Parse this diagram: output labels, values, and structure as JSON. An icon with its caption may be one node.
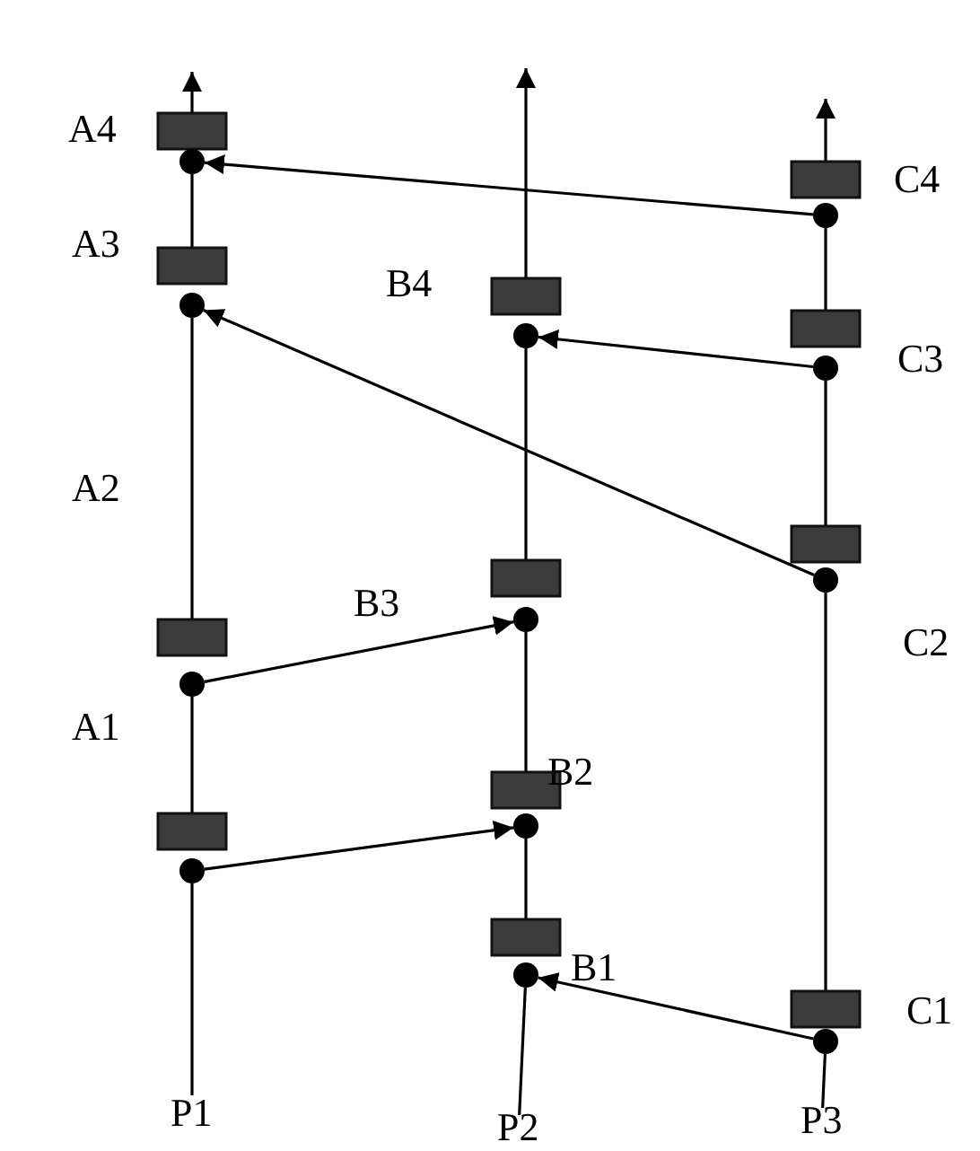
{
  "diagram": {
    "nodes": [
      {
        "text": [],
        "shape": "box"
      },
      {
        "text": [],
        "shape": "box"
      },
      {
        "text": [],
        "shape": "box"
      },
      {
        "text": [],
        "shape": "box"
      },
      {
        "text": [],
        "shape": "box"
      },
      {
        "text": [],
        "shape": "box"
      },
      {
        "text": [],
        "shape": "box"
      },
      {
        "text": [],
        "shape": "box"
      },
      {
        "text": [],
        "shape": "box"
      },
      {
        "text": [],
        "shape": "box"
      },
      {
        "text": [],
        "shape": "box"
      },
      {
        "text": [],
        "shape": "box"
      },
      {
        "text": [
          "P1"
        ]
      },
      {
        "text": [
          "P2"
        ]
      },
      {
        "text": [
          "P3"
        ]
      }
    ],
    "edges": [
      {
        "from": 12,
        "to": 3,
        "arrow": "none"
      },
      {
        "from": 3,
        "to": 2,
        "arrow": "none"
      },
      {
        "from": 2,
        "to": 1,
        "arrow": "none"
      },
      {
        "from": 1,
        "to": 0,
        "arrow": "none"
      },
      {
        "from": 0,
        "to": null,
        "arrow": "to"
      },
      {
        "from": 13,
        "to": 7,
        "arrow": "none"
      },
      {
        "from": 7,
        "to": 6,
        "arrow": "none"
      },
      {
        "from": 6,
        "to": 5,
        "arrow": "none"
      },
      {
        "from": 5,
        "to": 4,
        "arrow": "none"
      },
      {
        "from": 4,
        "to": null,
        "arrow": "to"
      },
      {
        "from": 14,
        "to": 11,
        "arrow": "none"
      },
      {
        "from": 11,
        "to": 10,
        "arrow": "none"
      },
      {
        "from": 10,
        "to": 9,
        "arrow": "none"
      },
      {
        "from": 9,
        "to": 8,
        "arrow": "none"
      },
      {
        "from": 8,
        "to": null,
        "arrow": "to"
      },
      {
        "from": 3,
        "to": 6,
        "arrow": "to"
      },
      {
        "from": 2,
        "to": 5,
        "arrow": "to"
      },
      {
        "from": 11,
        "to": 7,
        "arrow": "to"
      },
      {
        "from": 10,
        "to": 1,
        "arrow": "to"
      },
      {
        "from": 9,
        "to": 4,
        "arrow": "to"
      },
      {
        "from": 8,
        "to": 0,
        "arrow": "to"
      }
    ],
    "labels": [
      "A4",
      "C4",
      "A3",
      "B4",
      "C3",
      "A2",
      "B3",
      "C2",
      "A1",
      "B2",
      "B1",
      "C1"
    ]
  }
}
